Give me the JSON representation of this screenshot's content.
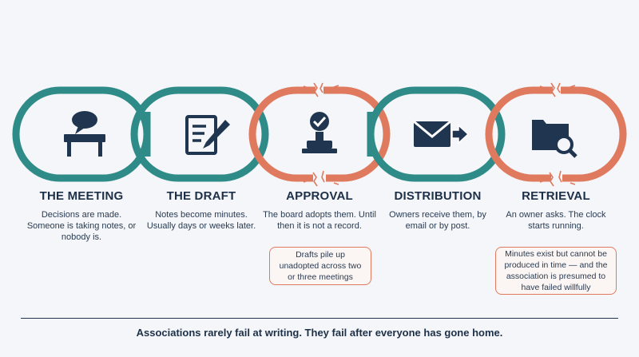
{
  "colors": {
    "intact": "#2e8b88",
    "broken": "#e07a5f",
    "icon": "#1f3550",
    "text": "#1d3048"
  },
  "stages": [
    {
      "title": "THE MEETING",
      "description": "Decisions are made. Someone is taking notes, or nobody is.",
      "icon": "meeting-table-icon",
      "link_state": "intact"
    },
    {
      "title": "THE DRAFT",
      "description": "Notes become minutes. Usually days or weeks later.",
      "icon": "document-pencil-icon",
      "link_state": "intact"
    },
    {
      "title": "APPROVAL",
      "description": "The board adopts them. Until then it is not a record.",
      "icon": "approval-stamp-icon",
      "link_state": "broken",
      "callout": "Drafts pile up unadopted across two or three meetings"
    },
    {
      "title": "DISTRIBUTION",
      "description": "Owners receive them, by email or by post.",
      "icon": "envelope-arrow-icon",
      "link_state": "intact"
    },
    {
      "title": "RETRIEVAL",
      "description": "An owner asks. The clock starts running.",
      "icon": "folder-search-icon",
      "link_state": "broken",
      "callout": "Minutes exist but cannot be produced in time — and the association is presumed to have failed willfully"
    }
  ],
  "footer": "Associations rarely fail at writing. They fail after everyone has gone home."
}
